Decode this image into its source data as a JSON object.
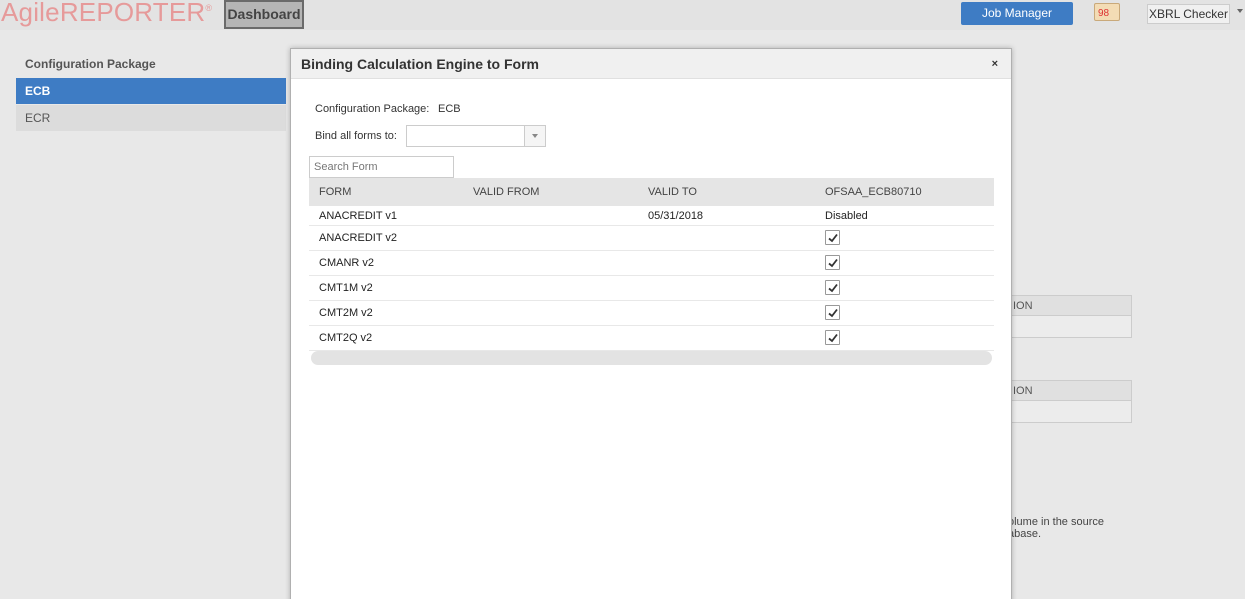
{
  "app": {
    "logo_text": "AgileREPORTER",
    "logo_mark": "®",
    "dashboard_label": "Dashboard",
    "job_manager_label": "Job Manager",
    "notification_count": "98",
    "xbrl_checker_label": "XBRL Checker"
  },
  "sidebar": {
    "heading": "Configuration Package",
    "items": [
      {
        "label": "ECB",
        "selected": true
      },
      {
        "label": "ECR",
        "selected": false
      }
    ]
  },
  "background": {
    "box_header_1": "ION",
    "box_header_2": "ION",
    "text_line_1": "olume in the source",
    "text_line_2": "abase."
  },
  "modal": {
    "title": "Binding Calculation Engine to Form",
    "close_symbol": "×",
    "package_label": "Configuration Package:",
    "package_value": "ECB",
    "bind_all_label": "Bind all forms to:",
    "bind_all_value": "",
    "search_placeholder": "Search Form",
    "table": {
      "headers": {
        "form": "FORM",
        "valid_from": "VALID FROM",
        "valid_to": "VALID TO",
        "engine": "OFSAA_ECB80710"
      },
      "rows": [
        {
          "form": "ANACREDIT v1",
          "valid_from": "",
          "valid_to": "05/31/2018",
          "engine": "Disabled",
          "checked": null
        },
        {
          "form": "ANACREDIT v2",
          "valid_from": "",
          "valid_to": "",
          "engine": "",
          "checked": true
        },
        {
          "form": "CMANR v2",
          "valid_from": "",
          "valid_to": "",
          "engine": "",
          "checked": true
        },
        {
          "form": "CMT1M v2",
          "valid_from": "",
          "valid_to": "",
          "engine": "",
          "checked": true
        },
        {
          "form": "CMT2M v2",
          "valid_from": "",
          "valid_to": "",
          "engine": "",
          "checked": true
        },
        {
          "form": "CMT2Q v2",
          "valid_from": "",
          "valid_to": "",
          "engine": "",
          "checked": true
        }
      ]
    }
  }
}
